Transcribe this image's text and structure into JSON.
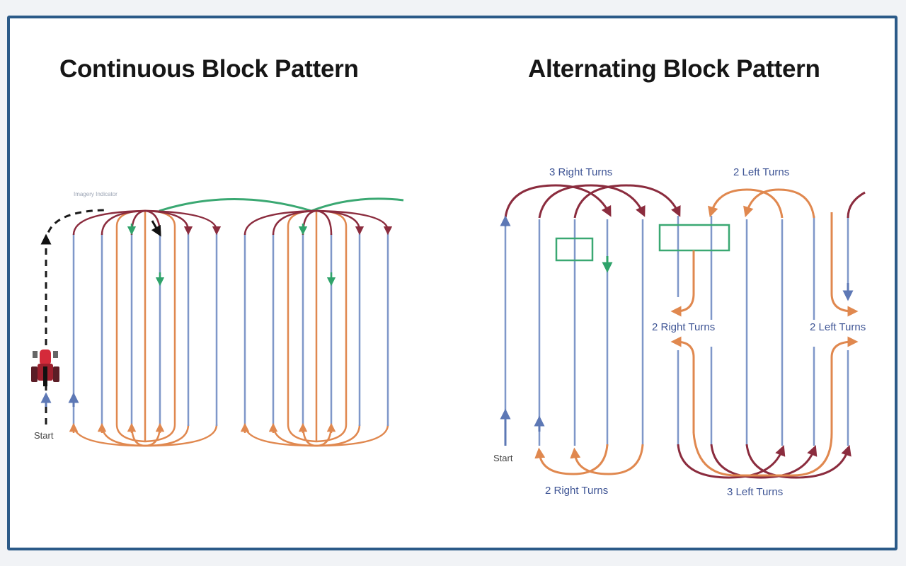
{
  "panels": {
    "left": {
      "title": "Continuous Block Pattern",
      "start_label": "Start",
      "faint_caption": "Imagery Indicator"
    },
    "right": {
      "title": "Alternating Block Pattern",
      "start_label": "Start",
      "labels": {
        "top_left": "3 Right Turns",
        "top_right": "2 Left Turns",
        "mid_left": "2 Right Turns",
        "mid_right": "2 Left Turns",
        "bottom_left": "2 Right Turns",
        "bottom_right": "3 Left Turns"
      }
    }
  },
  "legend_colors": {
    "pass_line": "#7f97c9",
    "headland_turn_top": "#8b2c3e",
    "headland_turn_bottom": "#e0884f",
    "transition_path": "#3aa872",
    "approach_path": "#1a1a1a",
    "tractor_body": "#d42a3a",
    "frame_border": "#2b5a88"
  },
  "icons": {
    "tractor": "tractor-icon"
  }
}
